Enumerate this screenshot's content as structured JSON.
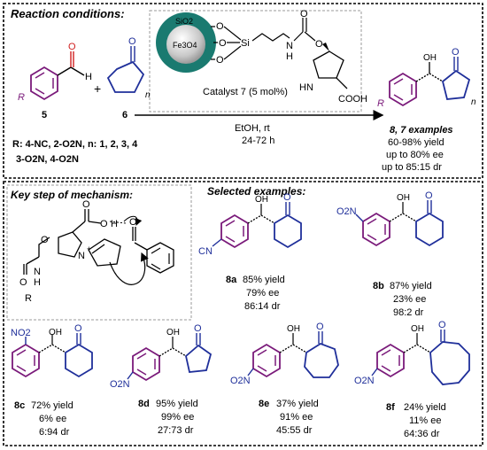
{
  "colors": {
    "aromatic": "#7a1a7a",
    "ketone": "#1f2f9a",
    "nitro": "#1f2f9a",
    "teal": "#1a7a70",
    "ink": "#000000"
  },
  "top": {
    "heading": "Reaction conditions:",
    "catalyst_label": "Catalyst 7 (5 mol%)",
    "sio2": "SiO2",
    "fe3o4": "Fe3O4",
    "si": "Si",
    "o": "O",
    "nh_carb": "N",
    "h_carb": "H",
    "hn": "HN",
    "cooh": "COOH",
    "reagent1": "5",
    "reagent2": "6",
    "plus": "+",
    "r": "R",
    "h_ald": "H",
    "n_ring": "n",
    "conditions1": "EtOH, rt",
    "conditions2": "24-72 h",
    "product_num": "8, 7 examples",
    "yield": "60-98% yield",
    "ee": "up to 80% ee",
    "dr": "up to 85:15 dr",
    "rlist1": "R: 4-NC, 2-O2N,  n: 1, 2, 3, 4",
    "rlist2": "3-O2N, 4-O2N",
    "oh": "OH"
  },
  "mechanism": {
    "heading": "Key step of mechanism:",
    "o": "O",
    "h": "H",
    "n": "N",
    "r": "R",
    "plus": "+"
  },
  "examples": {
    "heading": "Selected examples:",
    "items": [
      {
        "id": "8a",
        "yield": "85% yield",
        "ee": "79% ee",
        "dr": "86:14 dr",
        "sub": "CN"
      },
      {
        "id": "8b",
        "yield": "87% yield",
        "ee": "23% ee",
        "dr": "98:2 dr",
        "sub": "O2N"
      },
      {
        "id": "8c",
        "yield": "72% yield",
        "ee": "6% ee",
        "dr": "6:94 dr",
        "sub": "NO2"
      },
      {
        "id": "8d",
        "yield": "95% yield",
        "ee": "99% ee",
        "dr": "27:73 dr",
        "sub": "O2N"
      },
      {
        "id": "8e",
        "yield": "37% yield",
        "ee": "91% ee",
        "dr": "45:55 dr",
        "sub": "O2N"
      },
      {
        "id": "8f",
        "yield": "24% yield",
        "ee": "11% ee",
        "dr": "64:36 dr",
        "sub": "O2N"
      }
    ]
  }
}
